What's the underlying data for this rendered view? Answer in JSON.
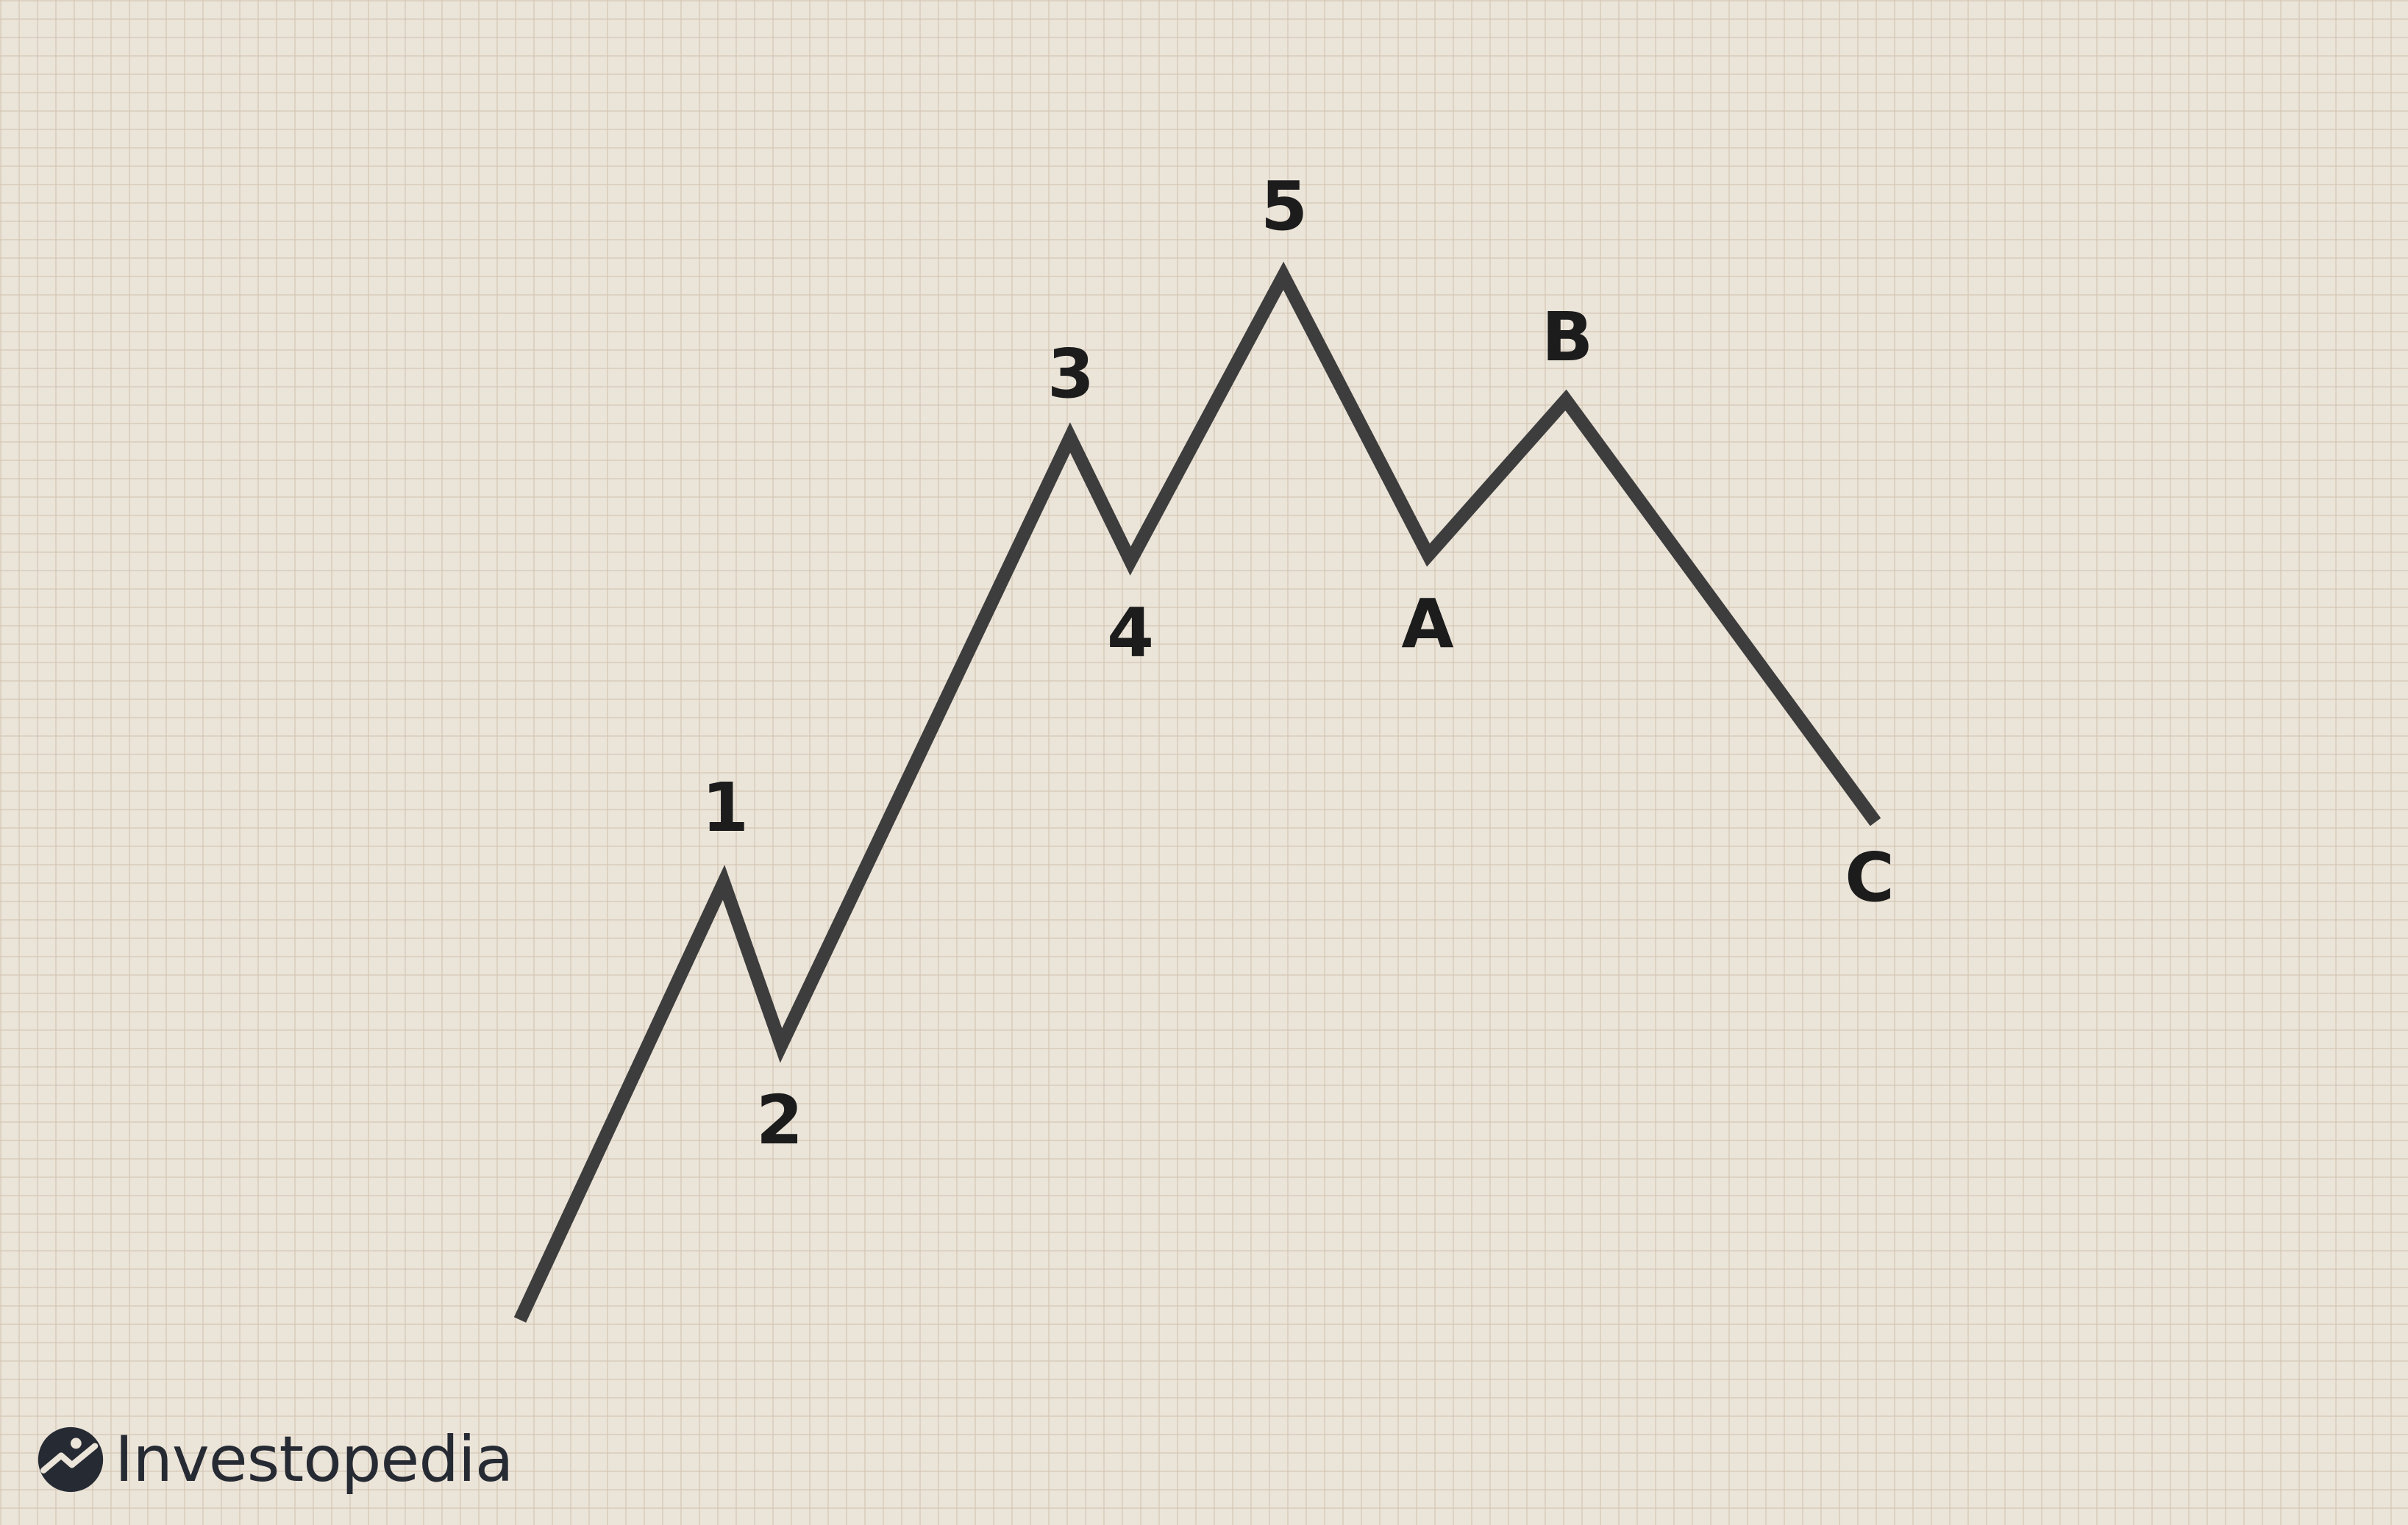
{
  "diagram": {
    "line_color": "#3d3d3d",
    "points": [
      {
        "id": "start",
        "label": ""
      },
      {
        "id": "wave-1",
        "label": "1"
      },
      {
        "id": "wave-2",
        "label": "2"
      },
      {
        "id": "wave-3",
        "label": "3"
      },
      {
        "id": "wave-4",
        "label": "4"
      },
      {
        "id": "wave-5",
        "label": "5"
      },
      {
        "id": "wave-a",
        "label": "A"
      },
      {
        "id": "wave-b",
        "label": "B"
      },
      {
        "id": "wave-c",
        "label": "C"
      }
    ]
  },
  "brand": {
    "name": "Investopedia",
    "icon": "investopedia-logo-icon",
    "color": "#262a33"
  }
}
